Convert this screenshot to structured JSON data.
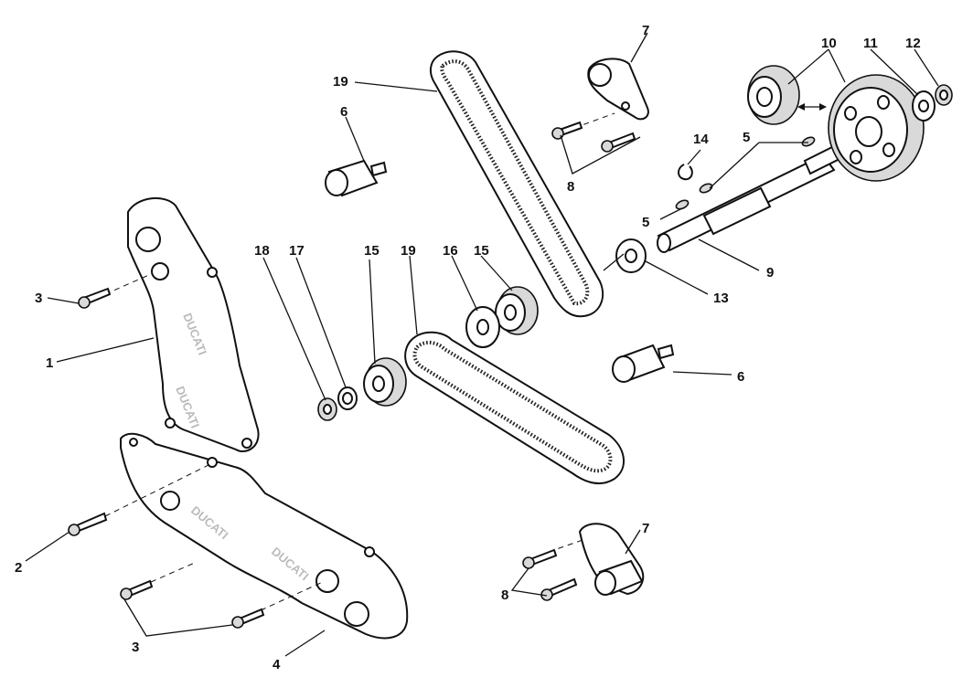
{
  "callouts": [
    "1",
    "2",
    "3",
    "3",
    "4",
    "5",
    "5",
    "6",
    "6",
    "7",
    "7",
    "8",
    "8",
    "9",
    "10",
    "11",
    "12",
    "13",
    "14",
    "15",
    "15",
    "16",
    "17",
    "18",
    "19",
    "19"
  ],
  "cover_logo_text": [
    "DUCATI",
    "DUCATI",
    "DUCATI",
    "DUCATI"
  ]
}
